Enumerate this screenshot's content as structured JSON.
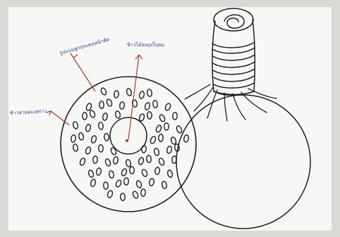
{
  "diagram": {
    "labels": {
      "bag_label": "รูปแบบลูกประคบหน้าตัด",
      "filling_label": "ข้าวไม้ลงถุงใบลน",
      "rice_label": "ข้าวสามสะเหร่าว"
    },
    "colors": {
      "paper": "#f6f6f4",
      "ink": "#1d1d22",
      "label_ink": "#2c3a8c",
      "arrow": "#a23a36"
    },
    "icons": [
      "herbal-compress-ball-icon",
      "tied-neck-icon",
      "cross-section-icon"
    ]
  }
}
